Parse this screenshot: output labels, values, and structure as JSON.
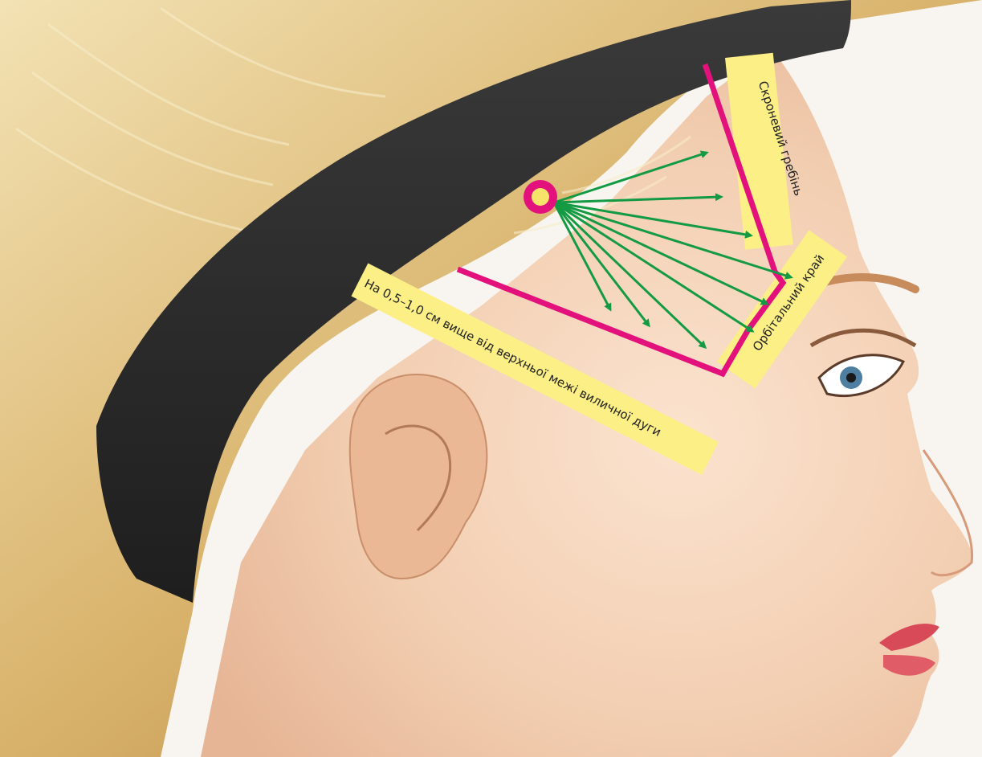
{
  "labels": {
    "temporal_crest": "Скроневий гребінь",
    "orbital_rim": "Орбітальний край",
    "zygomatic_arch": "На 0,5–1,0 см вище від верхньої межі виличної дуги"
  },
  "colors": {
    "background": "#f8f5f0",
    "label_fill": "#fbef85",
    "boundary_line": "#e2117b",
    "arrow": "#139a43",
    "injection_point_ring": "#e2117b",
    "injection_point_center": "#f6e36a",
    "headband": "#2a2a2a",
    "skin": "#f3d2b7",
    "hair": "#d9b46e"
  },
  "icons": {
    "injection_point": "injection-point-icon",
    "arrows": "fan-arrow-icon"
  }
}
